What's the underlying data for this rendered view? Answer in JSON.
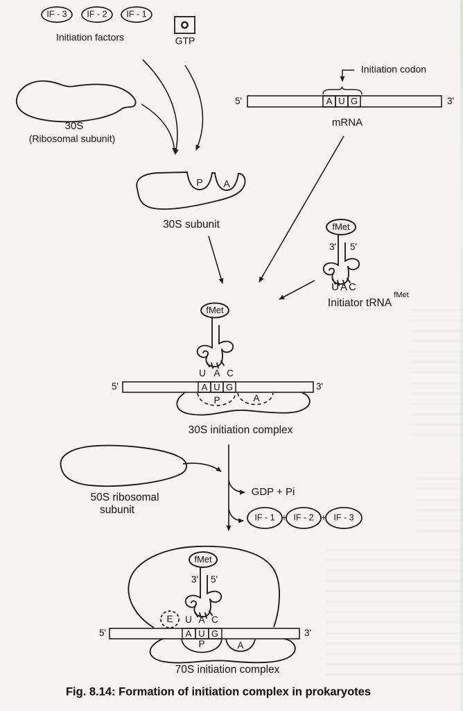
{
  "palette": {
    "ink": "#1f1f1f",
    "paper": "#f5f4f1"
  },
  "initiation_factors": {
    "items": [
      "IF - 3",
      "IF - 2",
      "IF - 1"
    ],
    "label": "Initiation factors"
  },
  "gtp": {
    "label": "GTP"
  },
  "mrna": {
    "annotation": "Initiation codon",
    "five_prime": "5'",
    "three_prime": "3'",
    "codon": [
      "A",
      "U",
      "G"
    ],
    "label": "mRNA"
  },
  "ribosomal_subunit_30s": {
    "title": "30S",
    "subtitle": "(Ribosomal subunit)"
  },
  "subunit_30s": {
    "p": "P",
    "a": "A",
    "label": "30S subunit"
  },
  "initiator_trna": {
    "fmet": "fMet",
    "three_prime": "3'",
    "five_prime": "5'",
    "anticodon": "UAC",
    "label": "Initiator tRNA",
    "superscript": "fMet"
  },
  "complex_30s": {
    "fmet": "fMet",
    "anticodon": [
      "U",
      "A",
      "C"
    ],
    "five_prime": "5'",
    "three_prime": "3'",
    "codon": [
      "A",
      "U",
      "G"
    ],
    "p": "P",
    "a": "A",
    "label": "30S initiation complex"
  },
  "ribosomal_subunit_50s": {
    "title": "50S ribosomal",
    "subtitle": "subunit"
  },
  "products": {
    "gdp": "GDP + Pi",
    "plus": "+",
    "factors": [
      "IF - 1",
      "IF - 2",
      "IF - 3"
    ]
  },
  "complex_70s": {
    "fmet": "fMet",
    "three_prime": "3'",
    "five_prime": "5'",
    "anticodon": [
      "U",
      "A",
      "C"
    ],
    "e": "E",
    "five_prime_mrna": "5'",
    "three_prime_mrna": "3'",
    "codon": [
      "A",
      "U",
      "G"
    ],
    "p": "P",
    "a": "A",
    "label": "70S initiation complex"
  },
  "caption": "Fig. 8.14: Formation of initiation complex in prokaryotes"
}
